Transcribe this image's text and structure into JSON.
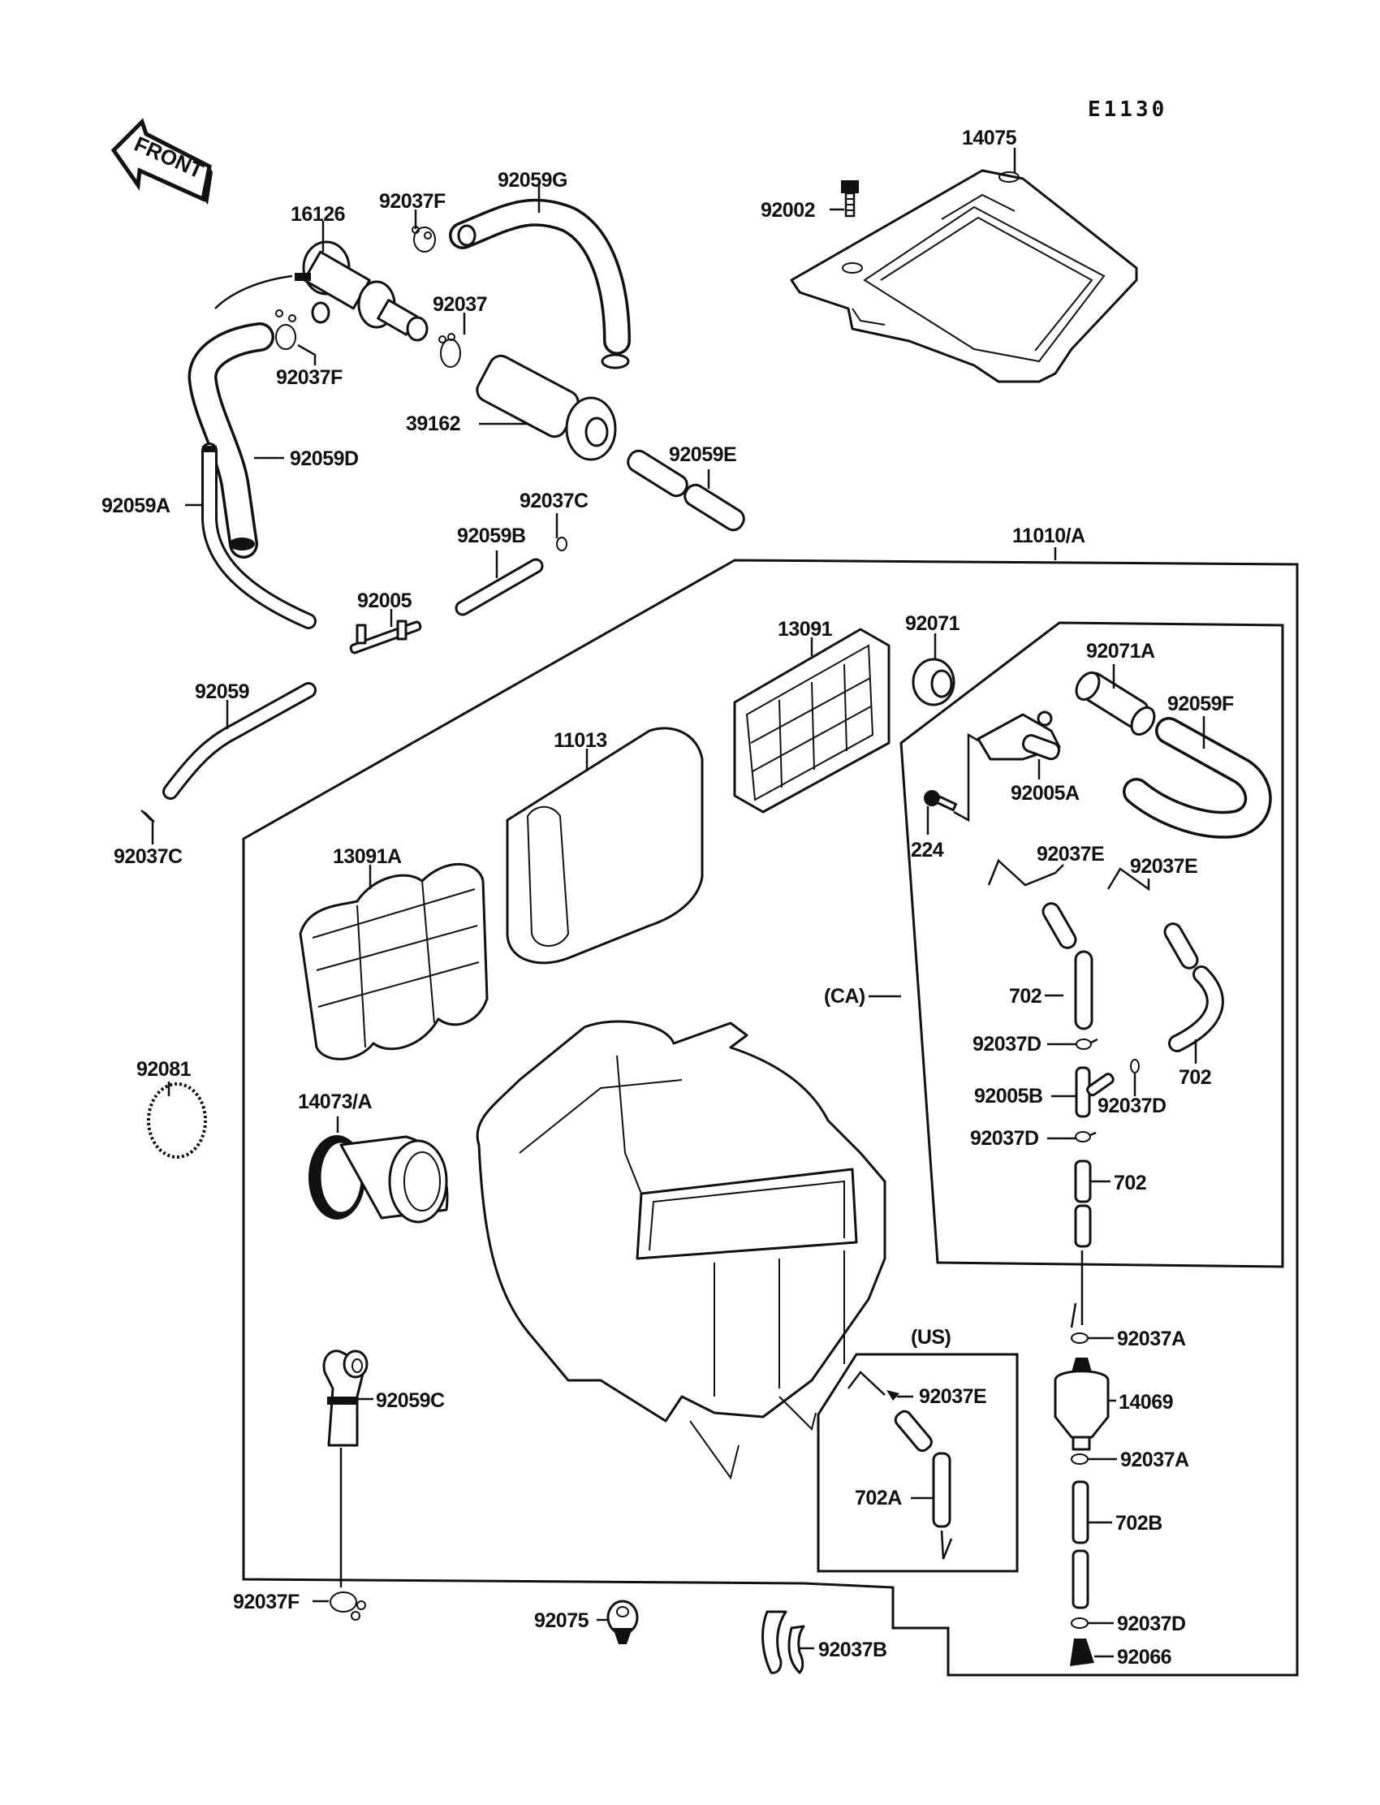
{
  "diagram": {
    "code": "E1130",
    "front_arrow": "FRONT",
    "frames": {
      "main": "11010/A",
      "ca": "(CA)",
      "us": "(US)"
    },
    "labels": {
      "p14075": "14075",
      "p92002": "92002",
      "p92059G": "92059G",
      "p92037F_top": "92037F",
      "p16126": "16126",
      "p92037": "92037",
      "p92037F_mid": "92037F",
      "p39162": "39162",
      "p92059D": "92059D",
      "p92059A": "92059A",
      "p92059E": "92059E",
      "p92037C_top": "92037C",
      "p92059B": "92059B",
      "p92005": "92005",
      "p92059": "92059",
      "p92037C_bot": "92037C",
      "p13091": "13091",
      "p92071": "92071",
      "p11013": "11013",
      "p92071A": "92071A",
      "p92059F": "92059F",
      "p92005A": "92005A",
      "p224": "224",
      "p13091A": "13091A",
      "p92037E_a": "92037E",
      "p92037E_b": "92037E",
      "p702_a": "702",
      "p702_b": "702",
      "p92037D_a": "92037D",
      "p92005B": "92005B",
      "p92037D_b": "92037D",
      "p92037D_c": "92037D",
      "p702_c": "702",
      "p92081": "92081",
      "p14073A": "14073/A",
      "p92037A_a": "92037A",
      "p14069": "14069",
      "p92037A_b": "92037A",
      "p92059C": "92059C",
      "p92037E_us": "92037E",
      "p702A": "702A",
      "p702B": "702B",
      "p92037F_bot": "92037F",
      "p92075": "92075",
      "p92037B": "92037B",
      "p92037D_d": "92037D",
      "p92066": "92066"
    }
  }
}
